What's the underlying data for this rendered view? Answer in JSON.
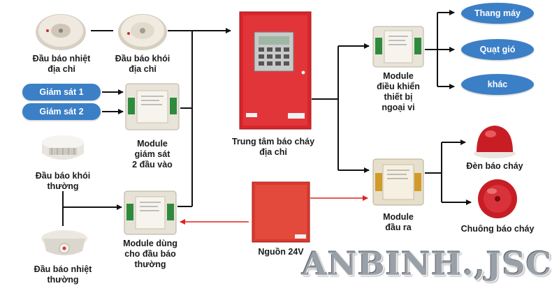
{
  "nodes": {
    "heat_addr": "Đầu báo nhiệt\nđịa chỉ",
    "smoke_addr": "Đầu báo khói\nđịa chỉ",
    "monitor_module": "Module\ngiám sát\n2 đầu vào",
    "smoke_conv": "Đầu báo khói\nthường",
    "heat_conv": "Đầu báo nhiệt\nthường",
    "conv_module": "Module dùng\ncho đầu báo\nthường",
    "panel": "Trung tâm báo cháy\nđịa chỉ",
    "power": "Nguồn 24V",
    "control_module": "Module\nđiều khiển\nthiết bị\nngoại vi",
    "output_module": "Module\nđầu ra",
    "strobe": "Đèn báo cháy",
    "bell": "Chuông báo cháy"
  },
  "pills": {
    "monitor1": "Giám sát 1",
    "monitor2": "Giám sát 2",
    "elevator": "Thang máy",
    "fan": "Quạt gió",
    "other": "khác"
  },
  "watermark": "ANBINH.,JSC",
  "colors": {
    "wire": "#111111",
    "power_wire": "#e02020",
    "pill": "#3b7fc7",
    "panel": "#d8262b"
  }
}
